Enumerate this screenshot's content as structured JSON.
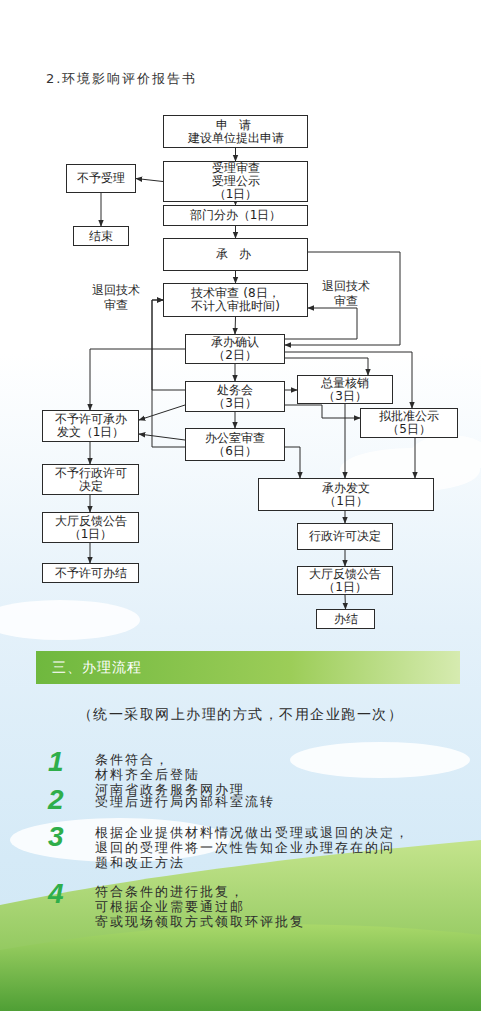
{
  "diagram": {
    "title": "2.环境影响评价报告书",
    "nodes": [
      {
        "text": [
          "申 请",
          "建设单位提出申请"
        ]
      },
      {
        "text": [
          "不予受理"
        ]
      },
      {
        "text": [
          "受理审查 受理公示（1日）"
        ]
      },
      {
        "text": [
          "结束"
        ]
      },
      {
        "text": [
          "部门分办（1日）"
        ]
      },
      {
        "text": [
          "承 办"
        ]
      },
      {
        "text": [
          "技术审查 (8日，不计入审批时间)"
        ]
      },
      {
        "text": [
          "承办确认 （2日）"
        ]
      },
      {
        "text": [
          "处务会 （3日）"
        ]
      },
      {
        "text": [
          "总量核销 （3日）"
        ]
      },
      {
        "text": [
          "不予许可承办 发文（1日）"
        ]
      },
      {
        "text": [
          "拟批准公示 （5日）"
        ]
      },
      {
        "text": [
          "办公室审查 （6日）"
        ]
      },
      {
        "text": [
          "承办发文 （1日）"
        ]
      },
      {
        "text": [
          "不予行政许可 决定"
        ]
      },
      {
        "text": [
          "行政许可决定"
        ]
      },
      {
        "text": [
          "大厅反馈公告 （1日）"
        ]
      },
      {
        "text": [
          "大厅反馈公告 （1日）"
        ]
      },
      {
        "text": [
          "不予许可办结"
        ]
      },
      {
        "text": [
          "办结"
        ]
      },
      {
        "text": [
          "三、办理流程"
        ]
      }
    ],
    "edges": [
      {
        "from": 0,
        "to": 2,
        "arrow": "to"
      },
      {
        "from": 2,
        "to": 1,
        "arrow": "to"
      },
      {
        "from": 1,
        "to": 3,
        "arrow": "to"
      },
      {
        "from": 2,
        "to": 4,
        "arrow": "to"
      },
      {
        "from": 4,
        "to": 5,
        "arrow": "to"
      },
      {
        "from": 5,
        "to": 6,
        "arrow": "to"
      },
      {
        "from": 6,
        "to": 7,
        "arrow": "to"
      },
      {
        "from": 5,
        "to": 7,
        "arrow": "to"
      },
      {
        "from": 7,
        "to": 6,
        "arrow": "to"
      },
      {
        "from": 8,
        "to": 6,
        "arrow": "to"
      },
      {
        "from": 12,
        "to": 6,
        "arrow": "to"
      },
      {
        "from": 7,
        "to": 8,
        "arrow": "to"
      },
      {
        "from": 7,
        "to": 10,
        "arrow": "to"
      },
      {
        "from": 7,
        "to": 9,
        "arrow": "to"
      },
      {
        "from": 7,
        "to": 11,
        "arrow": "to"
      },
      {
        "from": 8,
        "to": 9,
        "arrow": "to"
      },
      {
        "from": 8,
        "to": 10,
        "arrow": "to"
      },
      {
        "from": 8,
        "to": 11,
        "arrow": "to"
      },
      {
        "from": 8,
        "to": 12,
        "arrow": "to"
      },
      {
        "from": 12,
        "to": 10,
        "arrow": "to"
      },
      {
        "from": 12,
        "to": 13,
        "arrow": "to"
      },
      {
        "from": 9,
        "to": 13,
        "arrow": "to"
      },
      {
        "from": 11,
        "to": 13,
        "arrow": "to"
      },
      {
        "from": 13,
        "to": 15,
        "arrow": "to"
      },
      {
        "from": 15,
        "to": 17,
        "arrow": "to"
      },
      {
        "from": 17,
        "to": 19,
        "arrow": "to"
      },
      {
        "from": 10,
        "to": 14,
        "arrow": "to"
      },
      {
        "from": 14,
        "to": 16,
        "arrow": "to"
      },
      {
        "from": 16,
        "to": 18,
        "arrow": "to"
      }
    ],
    "labels": [
      "退回技术 审查",
      "退回技术 审查",
      "（统一采取网上办理的方式，不用企业跑一次）",
      "1",
      "条件符合，材料齐全后登陆 河南省政务服务网办理",
      "2",
      "受理后进行局内部科室流转",
      "3",
      "根据企业提供材料情况做出受理或退回的决定， 退回的受理件将一次性告知企业办理存在的问 题和改正方法",
      "4",
      "符合条件的进行批复，可根据企业需要通过邮 寄或现场领取方式领取环评批复"
    ]
  }
}
